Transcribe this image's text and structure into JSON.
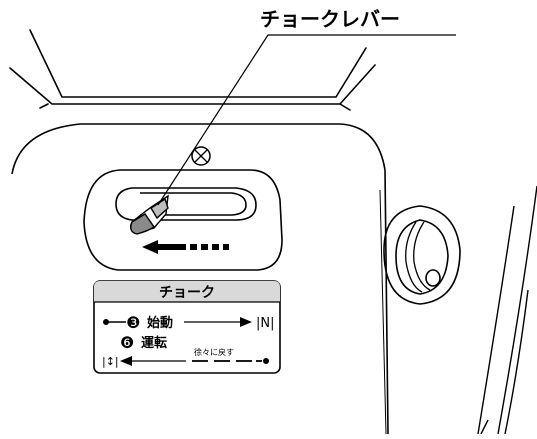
{
  "callout": {
    "label": "チョークレバー"
  },
  "placard": {
    "title": "チョーク",
    "step1": {
      "number": "❸",
      "text": "始動"
    },
    "step2": {
      "number": "❻",
      "text": "運転"
    },
    "hint": "徐々に戻す",
    "closed_symbol": "|N|",
    "open_symbol": "|↕|"
  },
  "colors": {
    "line": "#000000",
    "placard_fill": "#d9d9d9",
    "background": "#ffffff"
  },
  "icons": [
    "screw-icon",
    "choke-lever-icon",
    "arrow-left-icon",
    "fuel-cap-icon"
  ]
}
